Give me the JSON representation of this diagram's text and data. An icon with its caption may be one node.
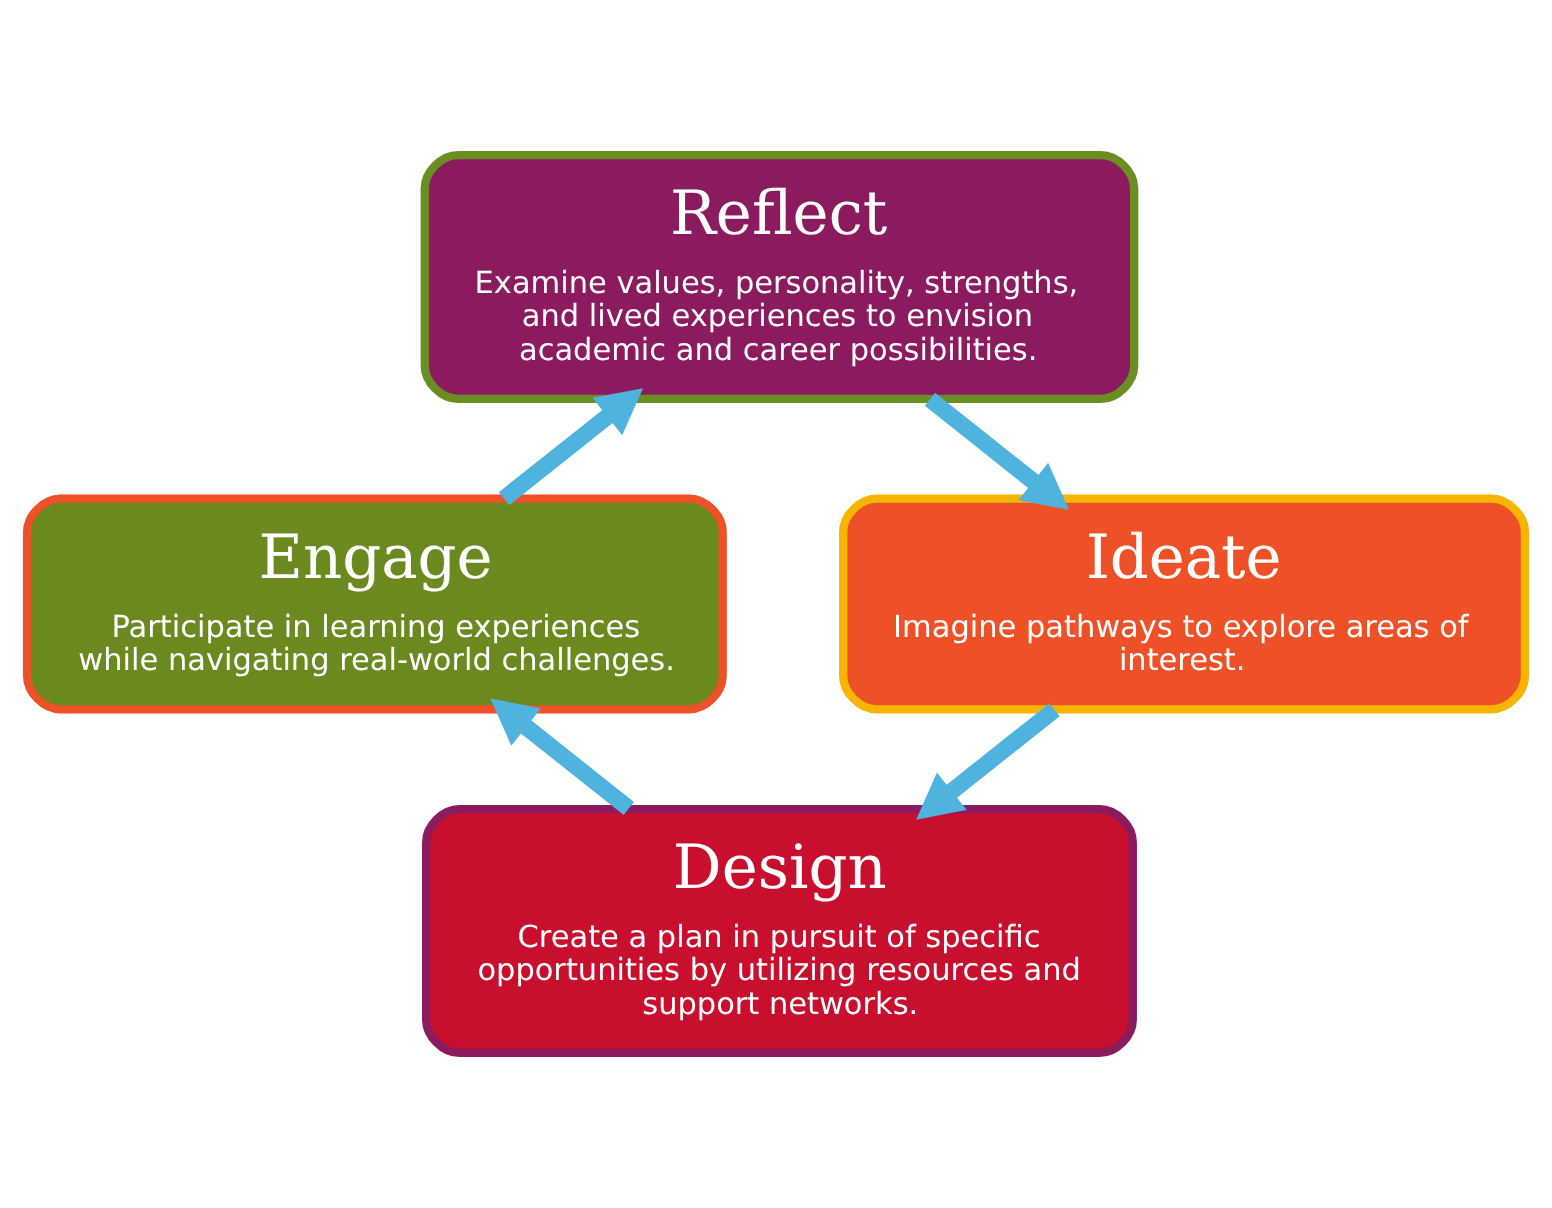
{
  "diagram": {
    "nodes": [
      {
        "text": [
          "Reflect",
          "Examine values, personality, strengths, and lived experiences to envision academic and career possibilities."
        ]
      },
      {
        "text": [
          "Ideate",
          "Imagine pathways to explore areas of interest."
        ]
      },
      {
        "text": [
          "Design",
          "Create a plan in pursuit of specific opportunities by utilizing resources and support networks."
        ]
      },
      {
        "text": [
          "Engage",
          "Participate in learning experiences while navigating real-world challenges."
        ]
      }
    ],
    "edges": [
      {
        "from": 0,
        "to": 1,
        "arrow": "to"
      },
      {
        "from": 1,
        "to": 2,
        "arrow": "to"
      },
      {
        "from": 2,
        "to": 3,
        "arrow": "to"
      },
      {
        "from": 3,
        "to": 0,
        "arrow": "to"
      }
    ]
  }
}
